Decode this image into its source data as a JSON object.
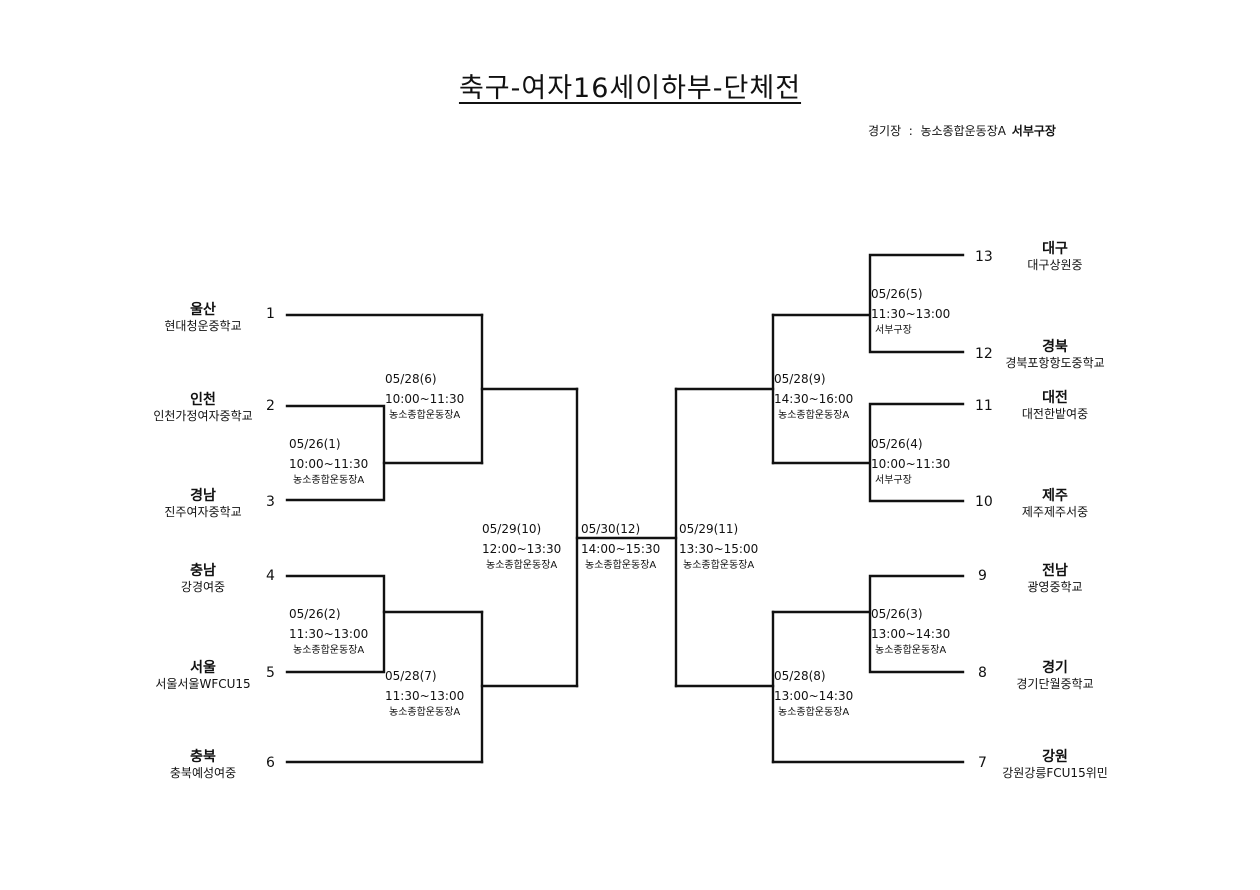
{
  "title": "축구-여자16세이하부-단체전",
  "venue": {
    "label": "경기장",
    "separator": ":",
    "stadium": "농소종합운동장A",
    "court": "서부구장"
  },
  "teams_left": [
    {
      "seed": "1",
      "region": "울산",
      "school": "현대청운중학교"
    },
    {
      "seed": "2",
      "region": "인천",
      "school": "인천가정여자중학교"
    },
    {
      "seed": "3",
      "region": "경남",
      "school": "진주여자중학교"
    },
    {
      "seed": "4",
      "region": "충남",
      "school": "강경여중"
    },
    {
      "seed": "5",
      "region": "서울",
      "school": "서울서울WFCU15"
    },
    {
      "seed": "6",
      "region": "충북",
      "school": "충북예성여중"
    }
  ],
  "teams_right": [
    {
      "seed": "13",
      "region": "대구",
      "school": "대구상원중"
    },
    {
      "seed": "12",
      "region": "경북",
      "school": "경북포항항도중학교"
    },
    {
      "seed": "11",
      "region": "대전",
      "school": "대전한밭여중"
    },
    {
      "seed": "10",
      "region": "제주",
      "school": "제주제주서중"
    },
    {
      "seed": "9",
      "region": "전남",
      "school": "광영중학교"
    },
    {
      "seed": "8",
      "region": "경기",
      "school": "경기단월중학교"
    },
    {
      "seed": "7",
      "region": "강원",
      "school": "강원강릉FCU15위민"
    }
  ],
  "matches": {
    "m1": {
      "date": "05/26(1)",
      "time": "10:00~11:30",
      "place": "농소종합운동장A"
    },
    "m2": {
      "date": "05/26(2)",
      "time": "11:30~13:00",
      "place": "농소종합운동장A"
    },
    "m3": {
      "date": "05/26(3)",
      "time": "13:00~14:30",
      "place": "농소종합운동장A"
    },
    "m4": {
      "date": "05/26(4)",
      "time": "10:00~11:30",
      "place": "서부구장"
    },
    "m5": {
      "date": "05/26(5)",
      "time": "11:30~13:00",
      "place": "서부구장"
    },
    "m6": {
      "date": "05/28(6)",
      "time": "10:00~11:30",
      "place": "농소종합운동장A"
    },
    "m7": {
      "date": "05/28(7)",
      "time": "11:30~13:00",
      "place": "농소종합운동장A"
    },
    "m8": {
      "date": "05/28(8)",
      "time": "13:00~14:30",
      "place": "농소종합운동장A"
    },
    "m9": {
      "date": "05/28(9)",
      "time": "14:30~16:00",
      "place": "농소종합운동장A"
    },
    "m10": {
      "date": "05/29(10)",
      "time": "12:00~13:30",
      "place": "농소종합운동장A"
    },
    "m11": {
      "date": "05/29(11)",
      "time": "13:30~15:00",
      "place": "농소종합운동장A"
    },
    "m12": {
      "date": "05/30(12)",
      "time": "14:00~15:30",
      "place": "농소종합운동장A"
    }
  }
}
